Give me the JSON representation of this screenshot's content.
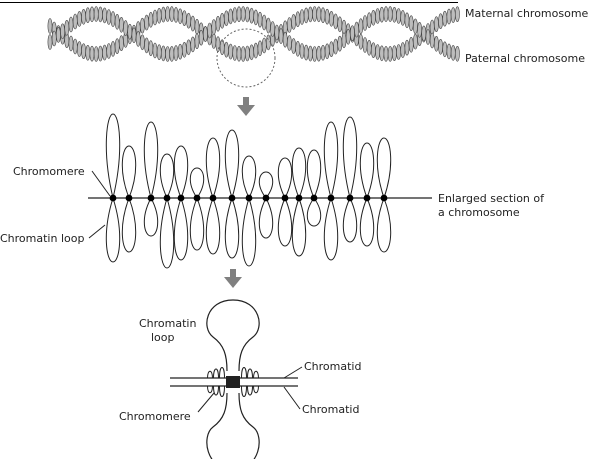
{
  "labels": {
    "maternal": "Maternal chromosome",
    "paternal": "Paternal chromosome",
    "chromomere": "Chromomere",
    "chromatin_loop": "Chromatin loop",
    "enlarged_line1": "Enlarged section of",
    "enlarged_line2": "a chromosome",
    "chromatin_line1": "Chromatin",
    "chromatin_line2": "loop",
    "chromatid_top": "Chromatid",
    "chromatid_bottom": "Chromatid",
    "chromomere_bottom": "Chromomere"
  },
  "colors": {
    "ink": "#222222",
    "arrow": "#808080",
    "chromosome_fill": "#bdbdbd",
    "chromosome_stroke": "#444444"
  }
}
